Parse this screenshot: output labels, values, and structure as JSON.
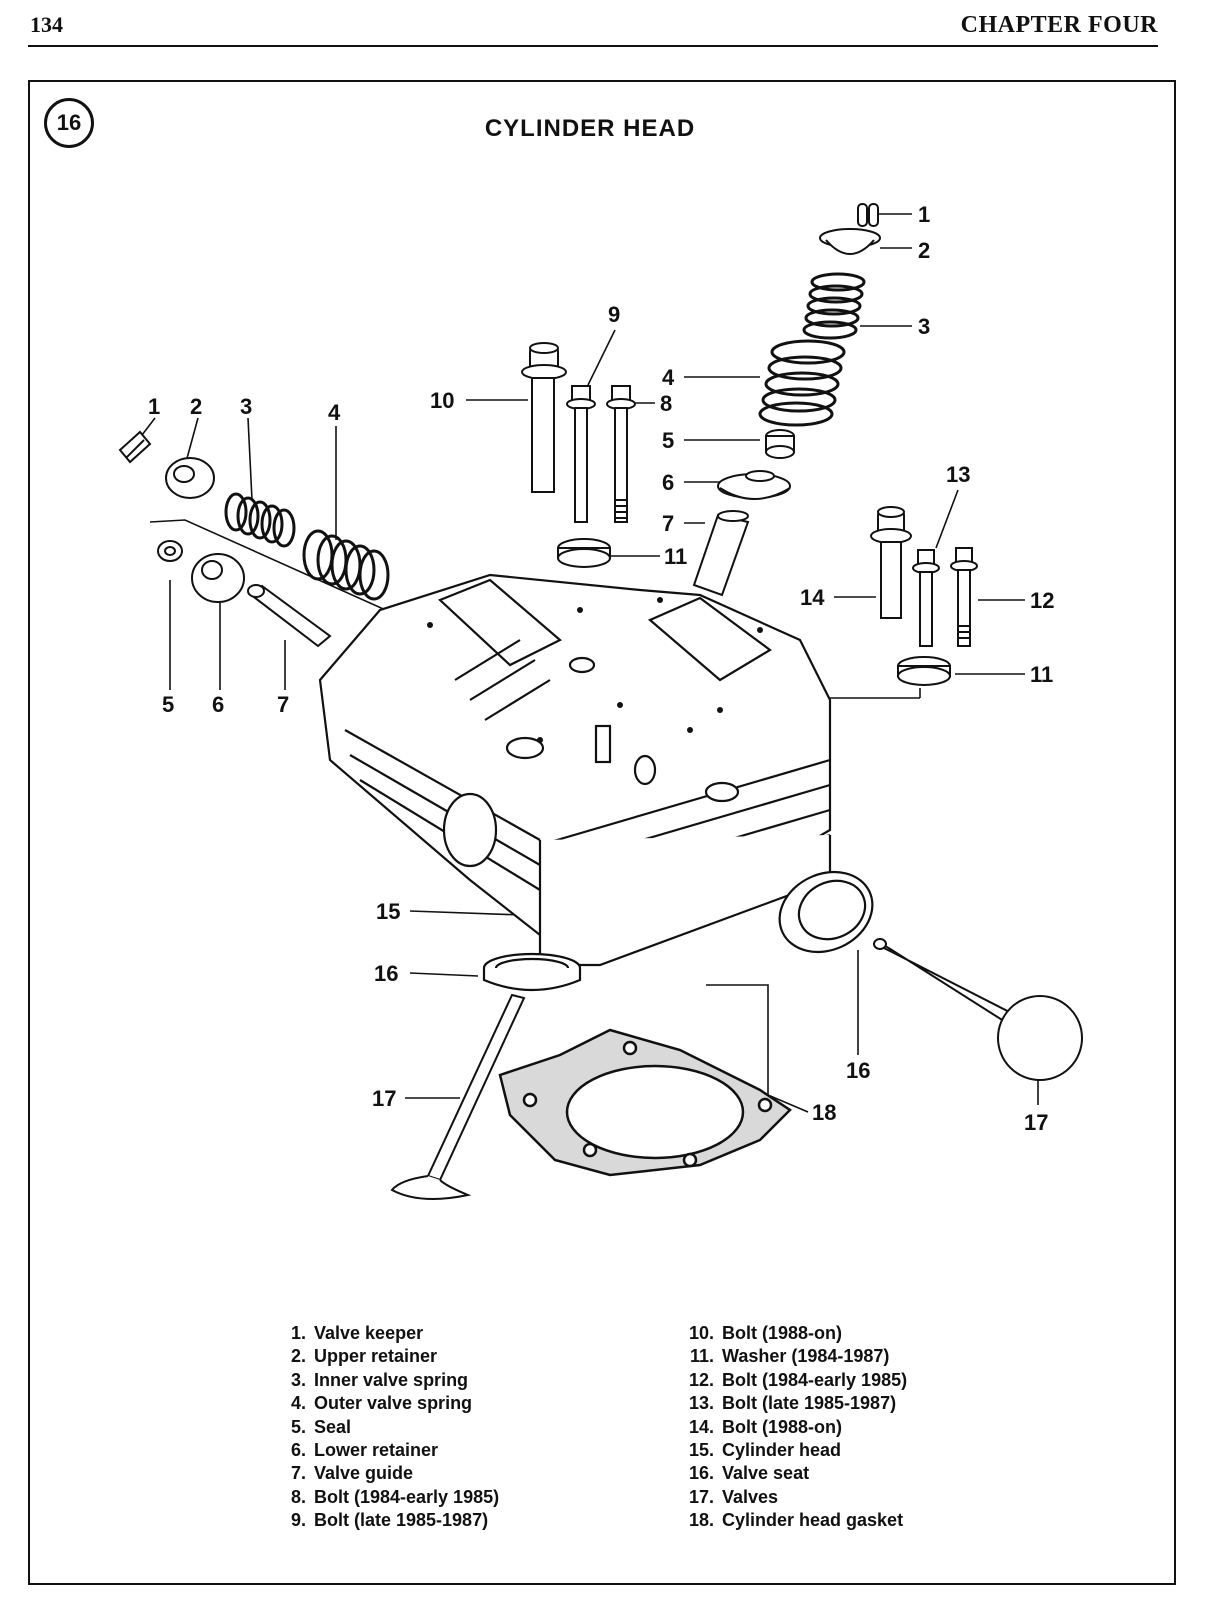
{
  "header": {
    "page_number": "134",
    "chapter": "CHAPTER FOUR"
  },
  "figure": {
    "number": "16",
    "title": "CYLINDER HEAD"
  },
  "callouts": [
    {
      "id": "top-1",
      "text": "1"
    },
    {
      "id": "top-2",
      "text": "2"
    },
    {
      "id": "top-3",
      "text": "3"
    },
    {
      "id": "top-4",
      "text": "4"
    },
    {
      "id": "top-5",
      "text": "5"
    },
    {
      "id": "top-6",
      "text": "6"
    },
    {
      "id": "top-7",
      "text": "7"
    },
    {
      "id": "top-8",
      "text": "8"
    },
    {
      "id": "top-9",
      "text": "9"
    },
    {
      "id": "top-10",
      "text": "10"
    },
    {
      "id": "top-11",
      "text": "11"
    },
    {
      "id": "left-1",
      "text": "1"
    },
    {
      "id": "left-2",
      "text": "2"
    },
    {
      "id": "left-3",
      "text": "3"
    },
    {
      "id": "left-4",
      "text": "4"
    },
    {
      "id": "left-5",
      "text": "5"
    },
    {
      "id": "left-6",
      "text": "6"
    },
    {
      "id": "left-7",
      "text": "7"
    },
    {
      "id": "right-13",
      "text": "13"
    },
    {
      "id": "right-14",
      "text": "14"
    },
    {
      "id": "right-12",
      "text": "12"
    },
    {
      "id": "right-11",
      "text": "11"
    },
    {
      "id": "head-15",
      "text": "15"
    },
    {
      "id": "seat-16-left",
      "text": "16"
    },
    {
      "id": "seat-16-right",
      "text": "16"
    },
    {
      "id": "valve-17-left",
      "text": "17"
    },
    {
      "id": "valve-17-right",
      "text": "17"
    },
    {
      "id": "gasket-18",
      "text": "18"
    }
  ],
  "legend": {
    "left": [
      {
        "num": "1.",
        "label": "Valve keeper"
      },
      {
        "num": "2.",
        "label": "Upper retainer"
      },
      {
        "num": "3.",
        "label": "Inner valve spring"
      },
      {
        "num": "4.",
        "label": "Outer valve spring"
      },
      {
        "num": "5.",
        "label": "Seal"
      },
      {
        "num": "6.",
        "label": "Lower retainer"
      },
      {
        "num": "7.",
        "label": "Valve guide"
      },
      {
        "num": "8.",
        "label": "Bolt (1984-early 1985)"
      },
      {
        "num": "9.",
        "label": "Bolt (late 1985-1987)"
      }
    ],
    "right": [
      {
        "num": "10.",
        "label": "Bolt (1988-on)"
      },
      {
        "num": "11.",
        "label": "Washer (1984-1987)"
      },
      {
        "num": "12.",
        "label": "Bolt (1984-early 1985)"
      },
      {
        "num": "13.",
        "label": "Bolt (late 1985-1987)"
      },
      {
        "num": "14.",
        "label": "Bolt (1988-on)"
      },
      {
        "num": "15.",
        "label": "Cylinder head"
      },
      {
        "num": "16.",
        "label": "Valve seat"
      },
      {
        "num": "17.",
        "label": "Valves"
      },
      {
        "num": "18.",
        "label": "Cylinder head gasket"
      }
    ]
  }
}
